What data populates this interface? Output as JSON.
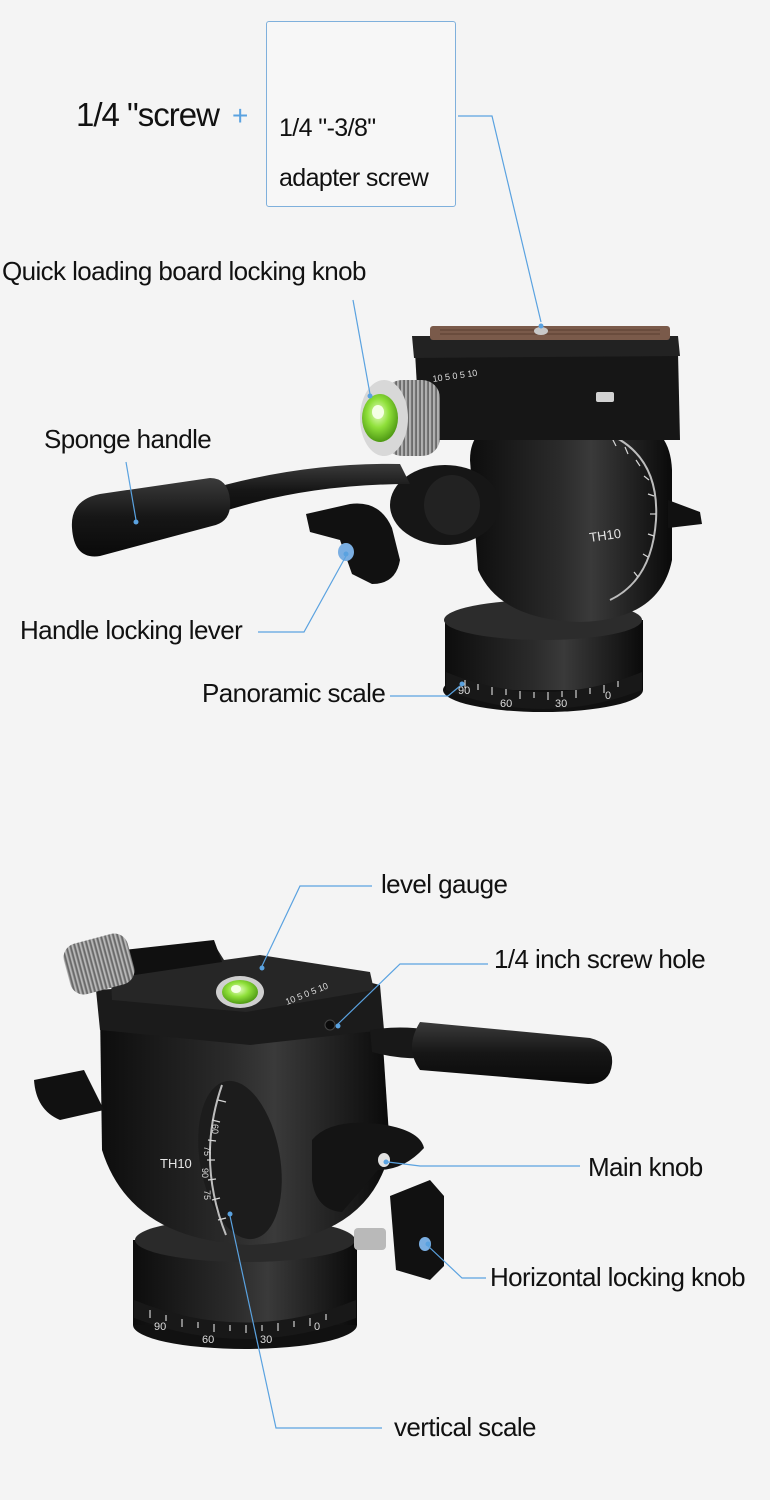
{
  "top": {
    "screw_label": "1/4 \"screw",
    "plus": "+",
    "adapter_line1": "1/4 \"-3/8\"",
    "adapter_line2": "adapter screw",
    "labels": {
      "quick_loading": "Quick loading board locking knob",
      "sponge_handle": "Sponge handle",
      "handle_lever": "Handle locking lever",
      "panoramic": "Panoramic scale"
    },
    "model": "TH10",
    "tilt_ticks": "10 5 0 5 10",
    "pan_ticks": [
      "90",
      "60",
      "30",
      "0"
    ]
  },
  "bottom": {
    "labels": {
      "level_gauge": "level gauge",
      "screw_hole": "1/4 inch screw hole",
      "main_knob": "Main knob",
      "horizontal": "Horizontal locking knob",
      "vertical": "vertical scale"
    },
    "model": "TH10",
    "tilt_ticks": "10 5 0 5 10",
    "pan_ticks": [
      "90",
      "60",
      "30",
      "0"
    ],
    "vert_ticks": [
      "60",
      "75",
      "90",
      "75"
    ]
  },
  "colors": {
    "accent": "#5aa2e0",
    "body": "#141414",
    "level": "#7ed321"
  }
}
